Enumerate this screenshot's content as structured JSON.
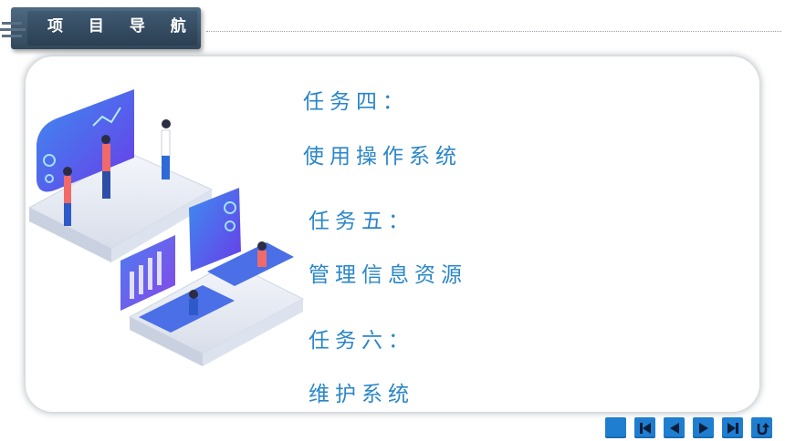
{
  "header": {
    "title": "项 目 导 航"
  },
  "tasks": [
    {
      "heading": "任务四：",
      "name": "使用操作系统"
    },
    {
      "heading": "任务五：",
      "name": "管理信息资源"
    },
    {
      "heading": "任务六：",
      "name": "维护系统"
    }
  ],
  "nav": {
    "buttons": [
      "home-icon",
      "first-slide-icon",
      "previous-icon",
      "next-icon",
      "last-slide-icon",
      "return-icon"
    ]
  },
  "colors": {
    "accent": "#2a86c8",
    "header": "#3a5267",
    "nav": "#1f7ed0"
  }
}
